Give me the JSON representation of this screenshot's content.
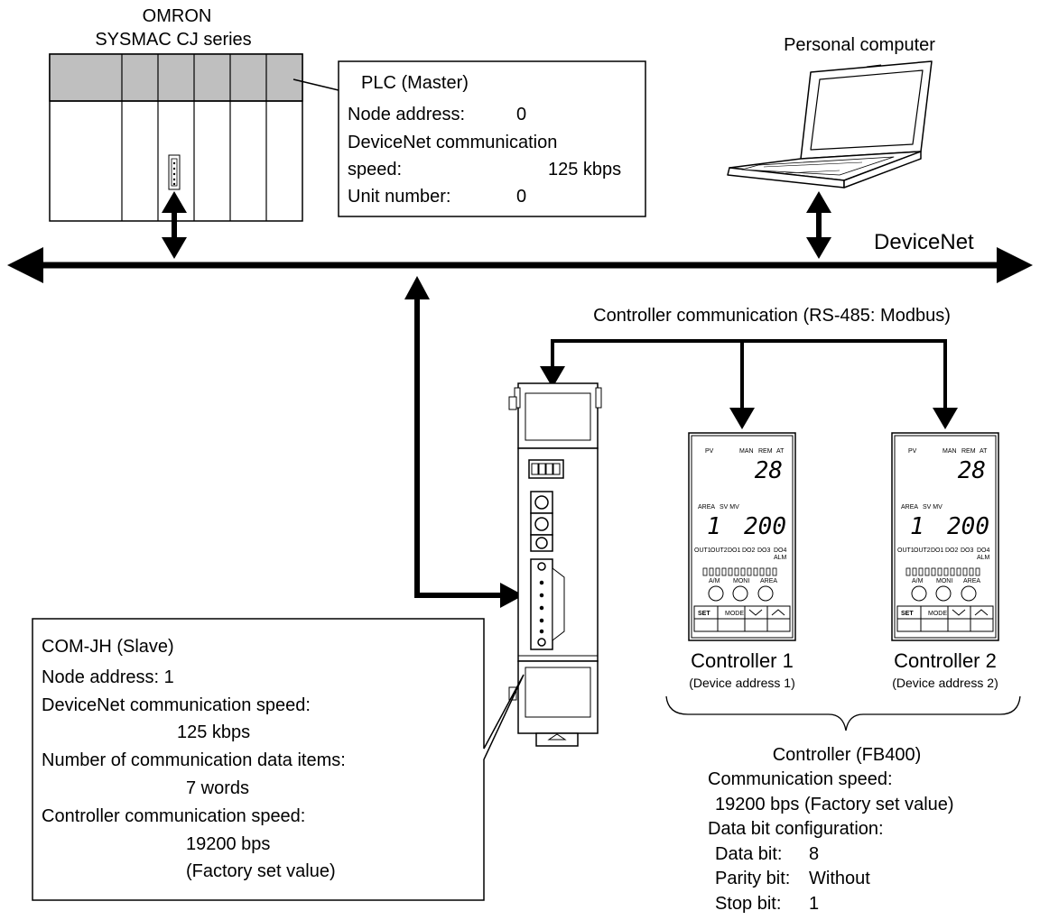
{
  "plc": {
    "maker": "OMRON",
    "series": "SYSMAC CJ series",
    "callout": {
      "title": "PLC (Master)",
      "node_label": "Node address:",
      "node_value": "0",
      "speed_label_1": "DeviceNet communication",
      "speed_label_2": "speed:",
      "speed_value": "125 kbps",
      "unit_label": "Unit number:",
      "unit_value": "0"
    }
  },
  "pc": {
    "label": "Personal computer"
  },
  "network": {
    "label": "DeviceNet"
  },
  "controller_link": {
    "label": "Controller communication (RS-485: Modbus)"
  },
  "slave": {
    "title": "COM-JH (Slave)",
    "node": "Node address:  1",
    "speed_label": "DeviceNet communication speed:",
    "speed_value": "125 kbps",
    "items_label": "Number of communication data items:",
    "items_value": "7 words",
    "ctrl_speed_label": "Controller communication speed:",
    "ctrl_speed_value": "19200 bps",
    "ctrl_speed_note": "(Factory set value)"
  },
  "controllers": [
    {
      "name": "Controller 1",
      "address": "(Device address 1)",
      "pv_value": "28",
      "area_value": "1",
      "sv_value": "200"
    },
    {
      "name": "Controller 2",
      "address": "(Device address 2)",
      "pv_value": "28",
      "area_value": "1",
      "sv_value": "200"
    }
  ],
  "panel": {
    "pv": "PV",
    "man": "MAN",
    "rem": "REM",
    "at": "AT",
    "area": "AREA",
    "svmv": "SV MV",
    "out1": "OUT1",
    "out2": "OUT2",
    "do1": "DO1",
    "do2": "DO2",
    "do3": "DO3",
    "do4": "DO4",
    "alm": "ALM",
    "am": "A/M",
    "moni": "MONI",
    "area_key": "AREA",
    "set_key": "SET",
    "mode_key": "MODE"
  },
  "fb400": {
    "title": "Controller (FB400)",
    "speed_label": "Communication speed:",
    "speed_value": "19200 bps (Factory set value)",
    "bitcfg_label": "Data bit configuration:",
    "data_bit_label": "Data bit:",
    "data_bit_value": "8",
    "parity_label": "Parity bit:",
    "parity_value": "Without",
    "stop_label": "Stop bit:",
    "stop_value": "1"
  }
}
